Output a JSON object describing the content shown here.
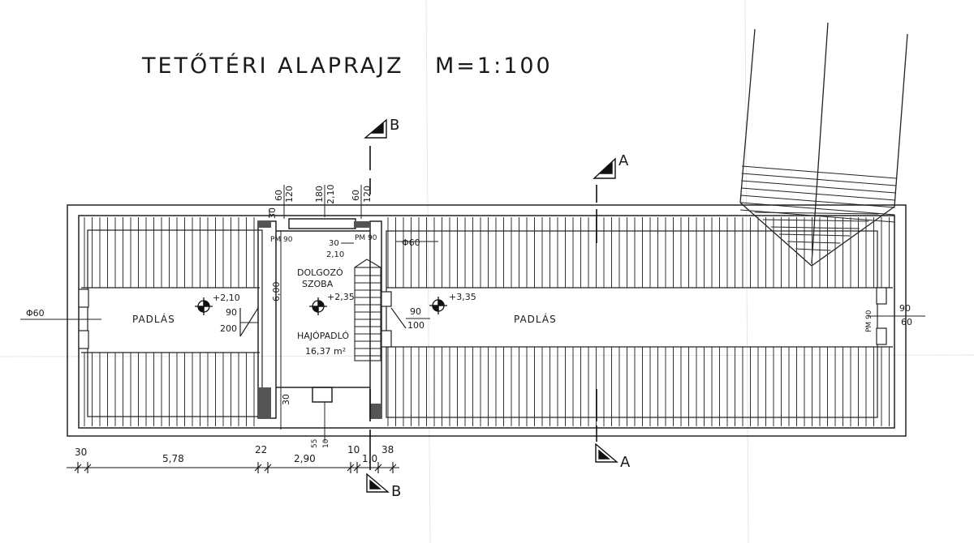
{
  "title": "TETŐTÉRI ALAPRAJZ",
  "scale": "M=1:100",
  "rooms": {
    "attic_left": "PADLÁS",
    "attic_right": "PADLÁS",
    "study_line1": "DOLGOZÓ",
    "study_line2": "SZOBA",
    "floor_type": "HAJÓPADLÓ",
    "area": "16,37 m²"
  },
  "levels": {
    "left": "+2,10",
    "center": "+2,35",
    "right": "+3,35"
  },
  "sections": {
    "b_top": "B",
    "b_bottom": "B",
    "a_top": "A",
    "a_bottom": "A"
  },
  "openings": {
    "left_diam": "Φ60",
    "right_diam": "Φ60",
    "left_win_top": "90",
    "left_win_bottom": "200",
    "mid_win_top": "90",
    "mid_win_bottom": "100",
    "right_door_top": "90",
    "right_door_bottom": "60",
    "pm_left": "PM 90",
    "pm_right": "PM 90",
    "pm_side": "PM 90",
    "stair_top": "30",
    "stair_bottom": "2,10"
  },
  "top_dims": [
    {
      "top": "60",
      "bottom": "120"
    },
    {
      "top": "180",
      "bottom": "2,10"
    },
    {
      "top": "60",
      "bottom": "120"
    }
  ],
  "inner_dims": {
    "left_30": "30",
    "height_600": "6,00",
    "bottom_30": "30",
    "bottom_55": "55",
    "bottom_10": "10"
  },
  "bottom_dims": [
    "30",
    "5,78",
    "22",
    "2,90",
    "10",
    "1,0",
    "38"
  ]
}
